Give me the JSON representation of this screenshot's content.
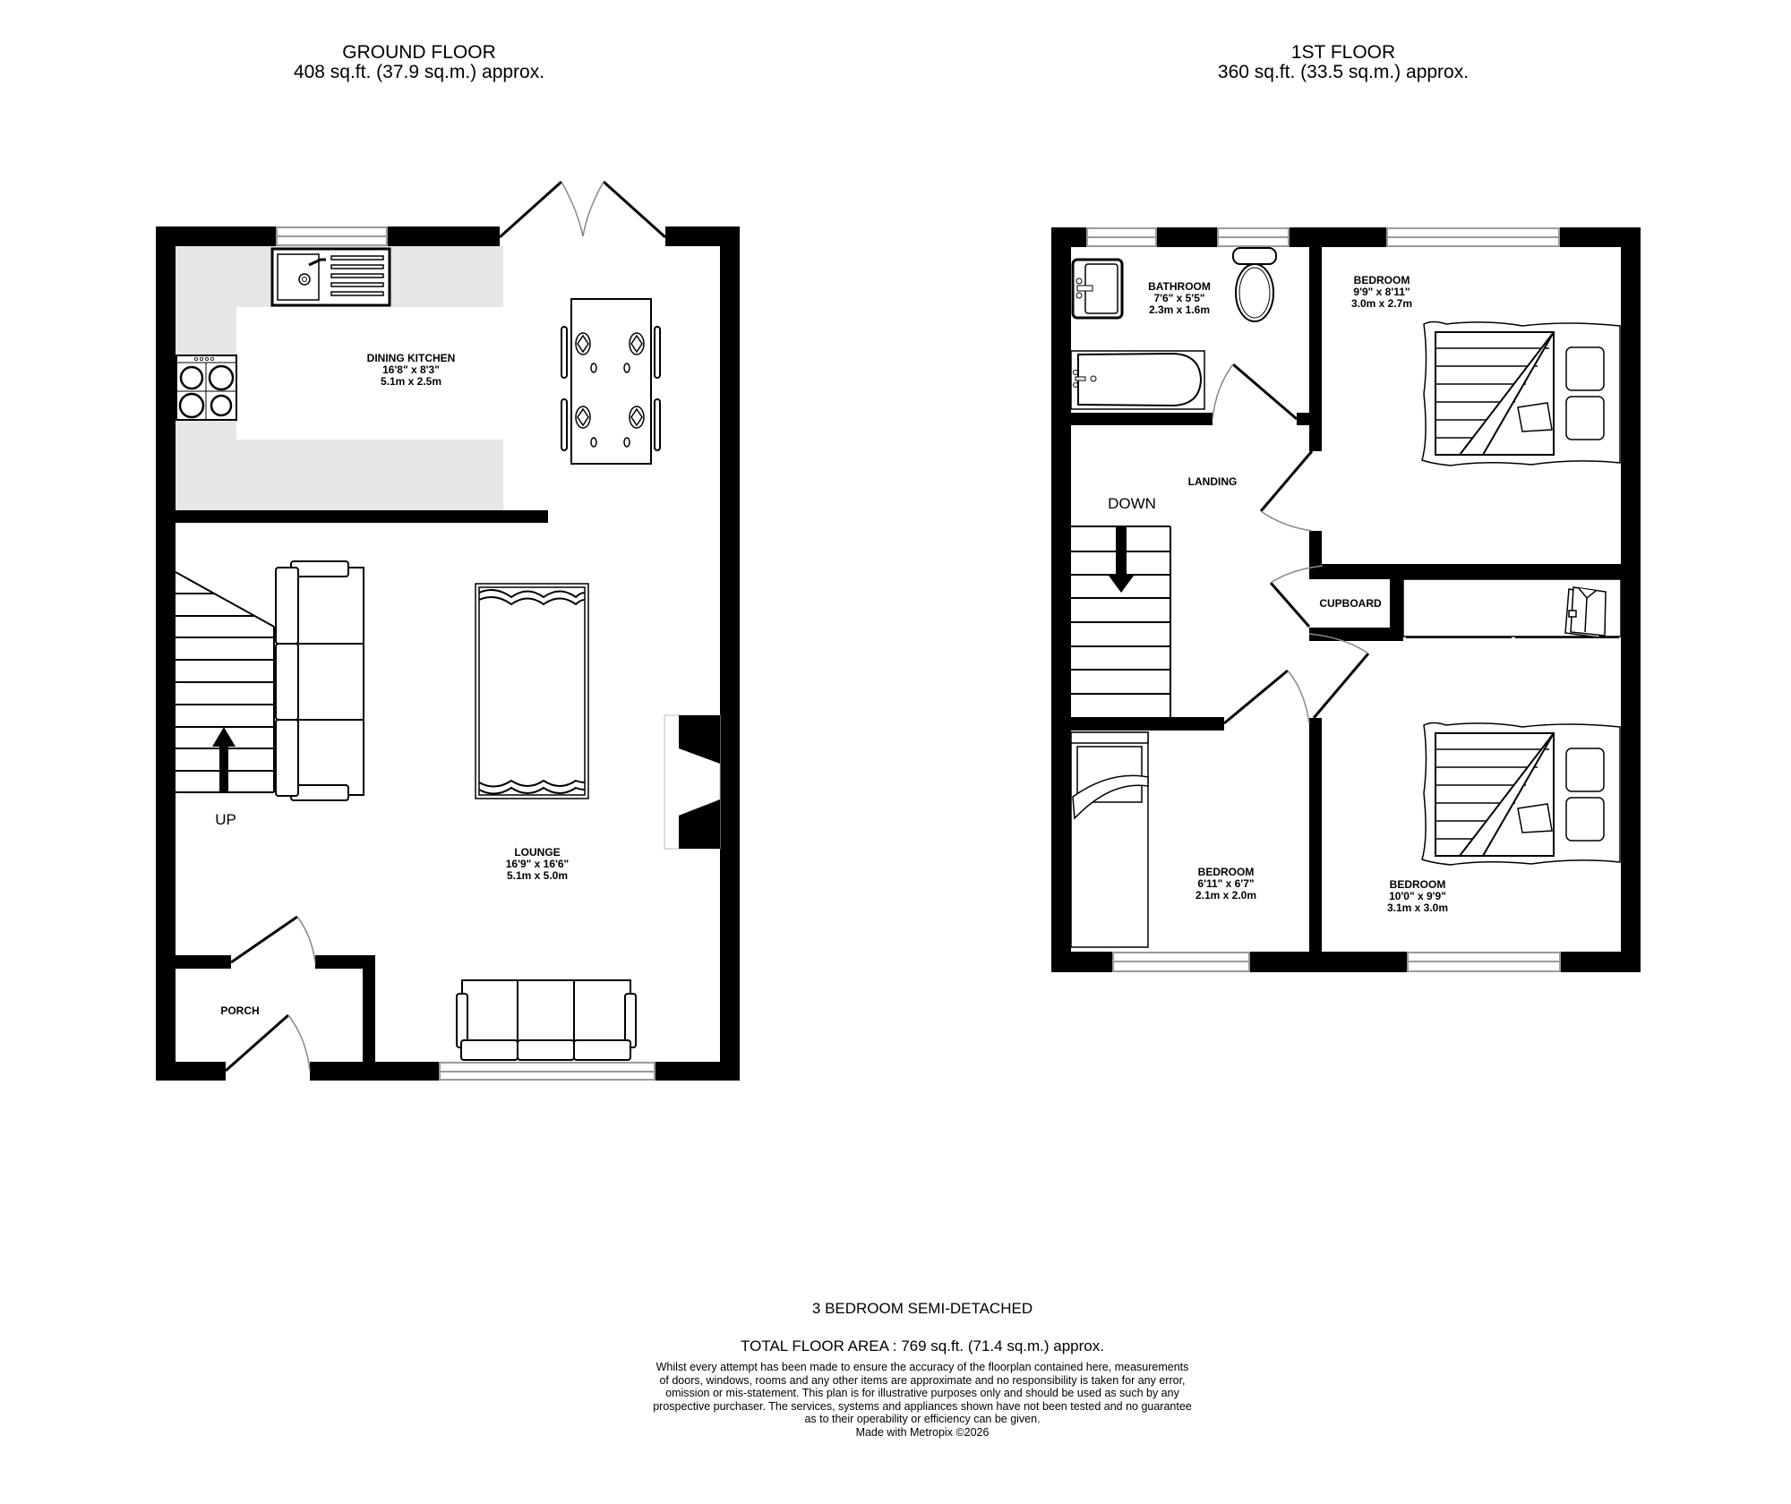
{
  "ground_floor": {
    "title": "GROUND FLOOR",
    "area": "408 sq.ft. (37.9 sq.m.) approx.",
    "rooms": [
      {
        "name": "DINING KITCHEN",
        "imperial": "16'8\"  x 8'3\"",
        "metric": "5.1m  x 2.5m"
      },
      {
        "name": "LOUNGE",
        "imperial": "16'9\"  x 16'6\"",
        "metric": "5.1m  x 5.0m"
      },
      {
        "name": "PORCH"
      }
    ],
    "stairs_label": "UP"
  },
  "first_floor": {
    "title": "1ST FLOOR",
    "area": "360 sq.ft. (33.5 sq.m.) approx.",
    "rooms": [
      {
        "name": "BATHROOM",
        "imperial": "7'6\"  x 5'5\"",
        "metric": "2.3m  x 1.6m"
      },
      {
        "name": "BEDROOM",
        "imperial": "9'9\"  x 8'11\"",
        "metric": "3.0m  x 2.7m"
      },
      {
        "name": "LANDING"
      },
      {
        "name": "CUPBOARD"
      },
      {
        "name": "BEDROOM",
        "imperial": "6'11\"  x 6'7\"",
        "metric": "2.1m  x 2.0m"
      },
      {
        "name": "BEDROOM",
        "imperial": "10'0\"  x 9'9\"",
        "metric": "3.1m  x 3.0m"
      }
    ],
    "stairs_label": "DOWN"
  },
  "footer": {
    "property_type": "3 BEDROOM SEMI-DETACHED",
    "total_area": "TOTAL FLOOR AREA : 769 sq.ft. (71.4 sq.m.) approx.",
    "disclaimer_lines": [
      "Whilst every attempt has been made to ensure the accuracy of the floorplan contained here, measurements",
      "of doors, windows, rooms and any other items are approximate and no responsibility is taken for any error,",
      "omission or mis-statement. This plan is for illustrative purposes only and should be used as such by any",
      "prospective purchaser. The services, systems and appliances shown have not been tested and no guarantee",
      "as to their operability or efficiency can be given."
    ],
    "credit": "Made with Metropix ©2026"
  },
  "colors": {
    "wall": "#000000",
    "kitchen_worktop": "#e6e6e6",
    "window_line": "#9a9a9a",
    "door_arc": "#888888",
    "background": "#ffffff"
  }
}
